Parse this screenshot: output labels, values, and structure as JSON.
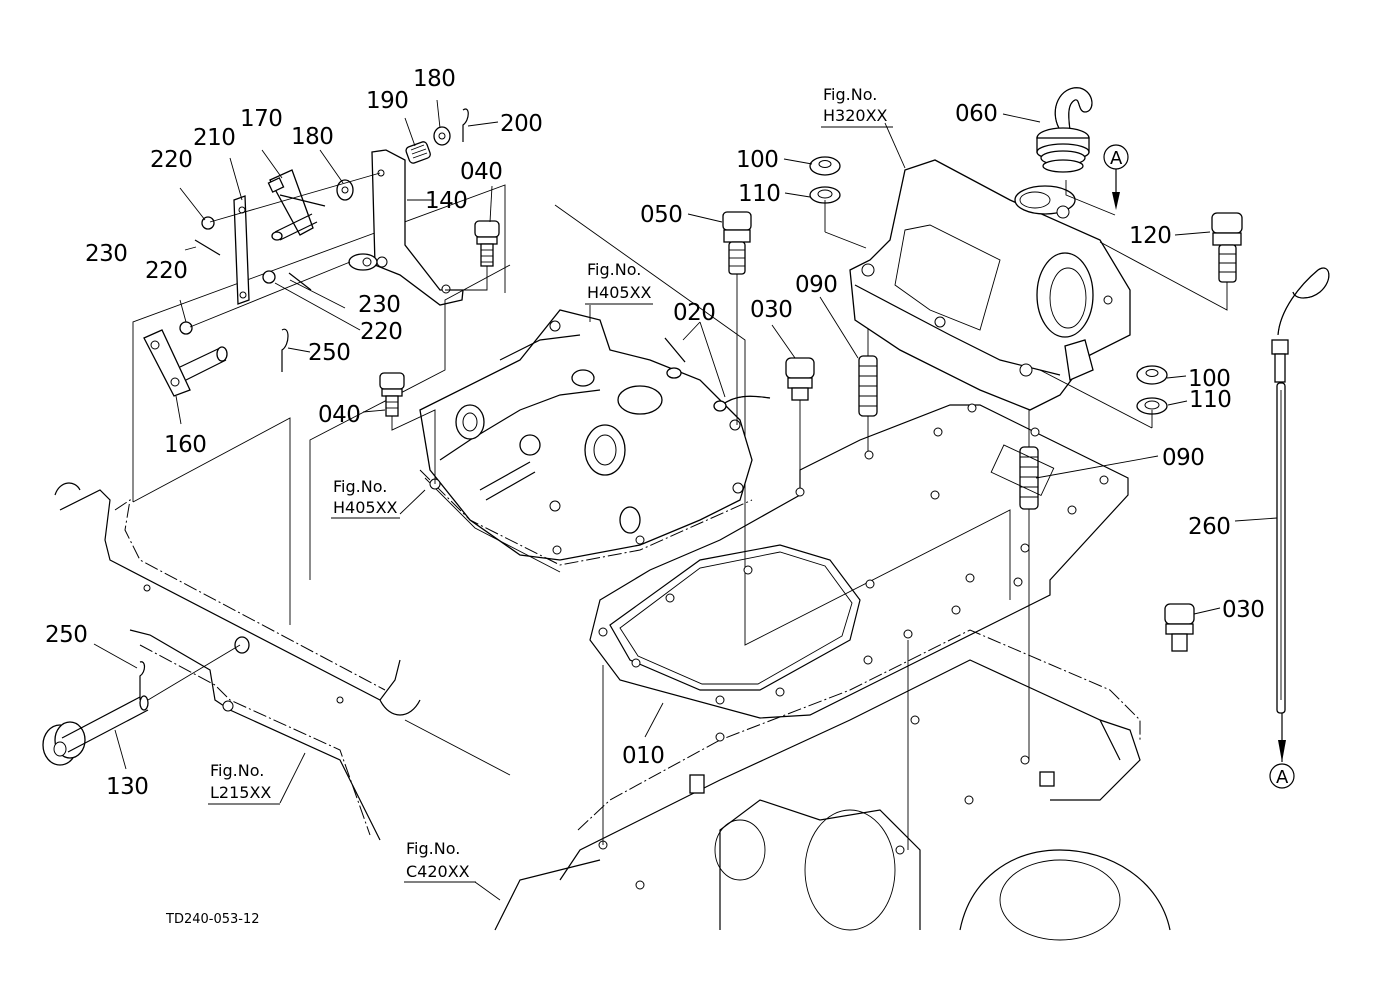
{
  "diagram": {
    "type": "exploded-parts-view",
    "drawing_code": "TD240-053-12",
    "callouts": [
      {
        "id": "010",
        "label": "010"
      },
      {
        "id": "020",
        "label": "020"
      },
      {
        "id": "030a",
        "label": "030"
      },
      {
        "id": "030b",
        "label": "030"
      },
      {
        "id": "040a",
        "label": "040"
      },
      {
        "id": "040b",
        "label": "040"
      },
      {
        "id": "050",
        "label": "050"
      },
      {
        "id": "060",
        "label": "060"
      },
      {
        "id": "090a",
        "label": "090"
      },
      {
        "id": "090b",
        "label": "090"
      },
      {
        "id": "100a",
        "label": "100"
      },
      {
        "id": "100b",
        "label": "100"
      },
      {
        "id": "110a",
        "label": "110"
      },
      {
        "id": "110b",
        "label": "110"
      },
      {
        "id": "120",
        "label": "120"
      },
      {
        "id": "130",
        "label": "130"
      },
      {
        "id": "140",
        "label": "140"
      },
      {
        "id": "160",
        "label": "160"
      },
      {
        "id": "170",
        "label": "170"
      },
      {
        "id": "180a",
        "label": "180"
      },
      {
        "id": "180b",
        "label": "180"
      },
      {
        "id": "190",
        "label": "190"
      },
      {
        "id": "200",
        "label": "200"
      },
      {
        "id": "210",
        "label": "210"
      },
      {
        "id": "220a",
        "label": "220"
      },
      {
        "id": "220b",
        "label": "220"
      },
      {
        "id": "220c",
        "label": "220"
      },
      {
        "id": "230a",
        "label": "230"
      },
      {
        "id": "230b",
        "label": "230"
      },
      {
        "id": "250a",
        "label": "250"
      },
      {
        "id": "250b",
        "label": "250"
      },
      {
        "id": "260",
        "label": "260"
      }
    ],
    "figure_refs": [
      {
        "prefix": "Fig.No.",
        "code": "H320XX"
      },
      {
        "prefix": "Fig.No.",
        "code": "H405XX"
      },
      {
        "prefix": "Fig.No.",
        "code": "H405XX"
      },
      {
        "prefix": "Fig.No.",
        "code": "L215XX"
      },
      {
        "prefix": "Fig.No.",
        "code": "C420XX"
      }
    ],
    "connectors": [
      {
        "symbol": "A",
        "role": "top-reference"
      },
      {
        "symbol": "A",
        "role": "bottom-reference"
      }
    ]
  }
}
